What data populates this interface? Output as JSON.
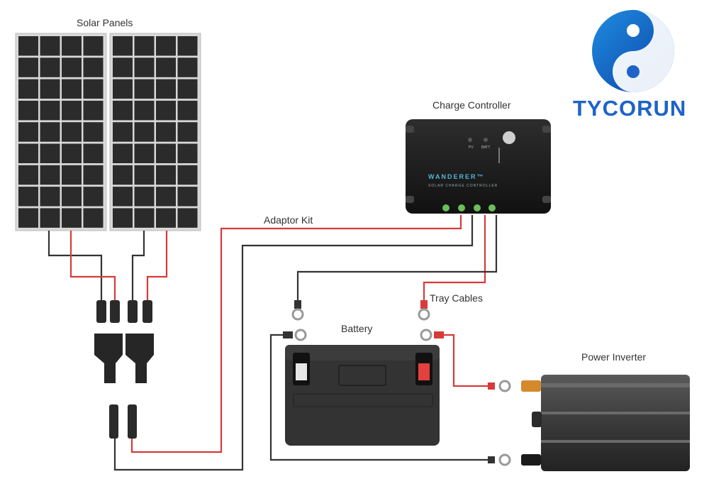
{
  "labels": {
    "solar_panels": "Solar Panels",
    "charge_controller": "Charge Controller",
    "adaptor_kit": "Adaptor Kit",
    "tray_cables": "Tray Cables",
    "battery": "Battery",
    "power_inverter": "Power Inverter"
  },
  "logo": {
    "text": "TYCORUN",
    "color": "#1e64c8"
  },
  "controller": {
    "brand": "WANDERER™",
    "subtitle": "SOLAR CHARGE CONTROLLER",
    "pv_label": "PV",
    "batt_label": "BATT"
  },
  "colors": {
    "positive_wire": "#d83a3a",
    "negative_wire": "#333333",
    "panel_cell": "#2b2b2b",
    "logo_blue": "#1e64c8"
  }
}
